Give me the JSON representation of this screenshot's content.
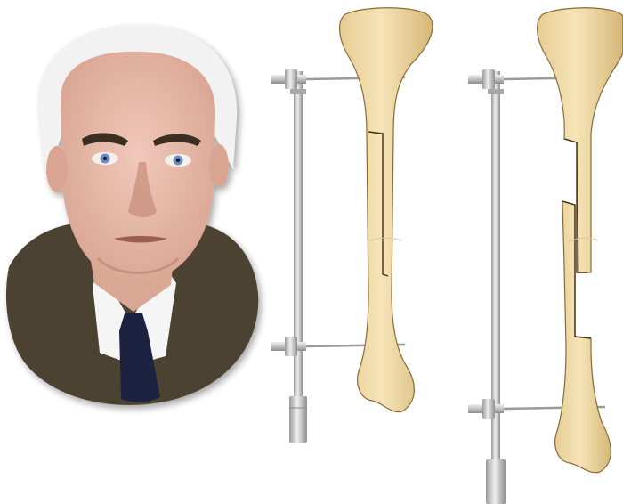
{
  "figure": {
    "portrait": {
      "subject": "portrait-of-man",
      "hair_color": "#f1f1f1",
      "skin_color": "#e9bfb0",
      "suit_color": "#4b4233",
      "tie_color": "#1f2340",
      "shirt_color": "#f7f7f7"
    },
    "devices": [
      {
        "id": "fixator-intact-bone",
        "state": "intact"
      },
      {
        "id": "fixator-lengthened-bone",
        "state": "osteotomy-distracted"
      }
    ],
    "colors": {
      "bone": "#f0dcab",
      "bone_shadow": "#c9ae73",
      "bone_outline": "#8a6a36",
      "metal_light": "#e6e6e6",
      "metal_mid": "#b9b9b9",
      "metal_dark": "#8c8c8c",
      "background": "#ffffff"
    }
  }
}
